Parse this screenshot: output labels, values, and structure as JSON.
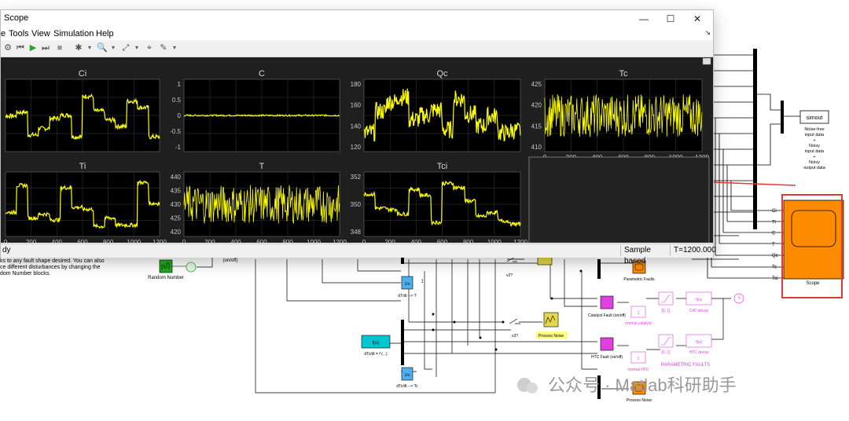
{
  "window": {
    "title": "Scope",
    "controls": {
      "minimize": "—",
      "maximize": "☐",
      "close": "✕"
    }
  },
  "menu": [
    "e",
    "Tools",
    "View",
    "Simulation",
    "Help"
  ],
  "plots": [
    {
      "title": "Ci",
      "yticks": [],
      "xticks": []
    },
    {
      "title": "C",
      "yticks": [
        "1",
        "0.5",
        "0",
        "-0.5",
        "-1"
      ],
      "xticks": []
    },
    {
      "title": "Qc",
      "yticks": [
        "180",
        "160",
        "140",
        "120"
      ],
      "xticks": []
    },
    {
      "title": "Tc",
      "yticks": [
        "425",
        "420",
        "415",
        "410"
      ],
      "xticks": [
        "0",
        "200",
        "400",
        "600",
        "800",
        "1000",
        "1200"
      ]
    },
    {
      "title": "Ti",
      "yticks": [],
      "xticks": [
        "0",
        "200",
        "400",
        "600",
        "800",
        "1000",
        "1200"
      ]
    },
    {
      "title": "T",
      "yticks": [
        "440",
        "435",
        "430",
        "425",
        "420"
      ],
      "xticks": [
        "0",
        "200",
        "400",
        "600",
        "800",
        "1000",
        "1200"
      ]
    },
    {
      "title": "Tci",
      "yticks": [
        "352",
        "350",
        "348"
      ],
      "xticks": [
        "0",
        "200",
        "400",
        "600",
        "800",
        "1000",
        "1200"
      ]
    }
  ],
  "status": {
    "left": "dy",
    "sample": "Sample based",
    "time": "T=1200.000"
  },
  "diagram": {
    "labels": {
      "simout": "simout",
      "noise_desc": [
        "Noise-free",
        "input data",
        "+",
        "Noisy",
        "input data",
        "+",
        "Noisy",
        "output data"
      ],
      "scope_ports": [
        "Ci",
        "Ti",
        "C",
        "T",
        "Qc",
        "Tc",
        "Tci"
      ],
      "scope": "Scope",
      "text_frag": [
        "ks to any fault shape desired. You can also",
        "ce different disturbances by changing the",
        "dom Number blocks."
      ],
      "random_number": "Random Number",
      "onoff": "(on/off)",
      "v2": "v2?",
      "v3": "v3?",
      "dTdt": "dT/dt --> T",
      "dTcdt_f": "dTc/dt = f (...)",
      "dTcdt": "dTc/dt --> Tc",
      "fu": "f(u)",
      "parametric_faults_block": "Parametric Faults",
      "catalyst_fault": "Catalyst Fault (on/off)",
      "normal_catalyst": "normal catalyst",
      "htc_fault": "HTC Fault (on/off)",
      "normal_htc": "normal HTC",
      "cat_decay": "CAT decay",
      "htc_decay": "HTC decay",
      "range01": "[0, 1]",
      "parametric_faults": "PARAMETRIC FAULTS",
      "process_noise": "Process Noise",
      "one": "1",
      "integrator": "1/s"
    },
    "colors": {
      "magenta": "#e040e0",
      "orange": "#ff8c00",
      "red": "#e53935",
      "cyan": "#00c8d2",
      "blue": "#4fb0f0",
      "green": "#22aa22",
      "yellow": "#ffff00"
    }
  },
  "watermark": "公众号 · Matlab科研助手"
}
